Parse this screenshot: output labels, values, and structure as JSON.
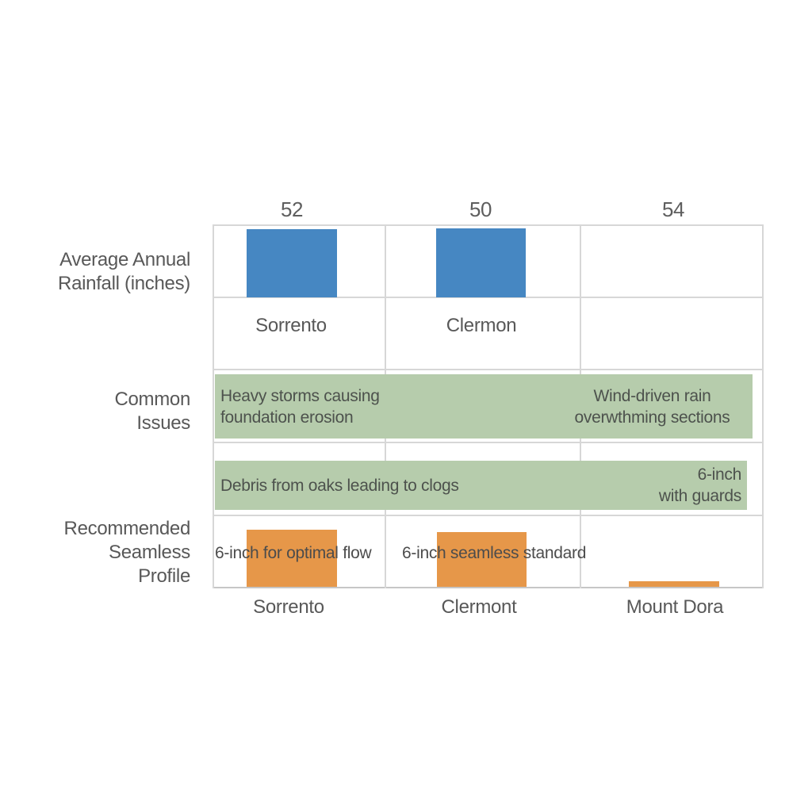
{
  "chart_data": {
    "type": "table",
    "title": "",
    "columns": [
      "Sorrento",
      "Clermont",
      "Mount Dora"
    ],
    "rainfall": {
      "row_label_line1": "Average Annual",
      "row_label_line2": "Rainfall (inches)",
      "series_name": "Average Annual Rainfall (inches)",
      "values": [
        52,
        50,
        54
      ],
      "value_labels": [
        "52",
        "50",
        "54"
      ],
      "bars_drawn_for": [
        "Sorrento",
        "Clermont"
      ],
      "cell_labels": [
        "Sorrento",
        "Clermon"
      ],
      "bar_color": "#4687c2"
    },
    "issues": {
      "row_label_line1": "Common",
      "row_label_line2": "Issues",
      "bar_color": "#b6ccac",
      "storm_bar": {
        "left_line1": "Heavy storms causing",
        "left_line2": "foundation erosion",
        "right_line1": "Wind-driven rain",
        "right_line2": "overwthming sections"
      },
      "debris_bar": {
        "left_text": "Debris from oaks leading to clogs",
        "right_line1": "6-inch",
        "right_line2": "with guards"
      }
    },
    "profile": {
      "row_label_line1": "Recommended",
      "row_label_line2": "Seamless",
      "row_label_line3": "Profile",
      "bar_color": "#e69749",
      "cell_texts": [
        "6-inch for optimal flow",
        "6-inch seamless standard",
        ""
      ],
      "bottom_labels": [
        "Sorrento",
        "Clermont",
        "Mount Dora"
      ]
    }
  },
  "colors": {
    "blue": "#4687c2",
    "green": "#b6ccac",
    "orange": "#e69749",
    "grid": "#d7d7d7",
    "text": "#565656"
  }
}
